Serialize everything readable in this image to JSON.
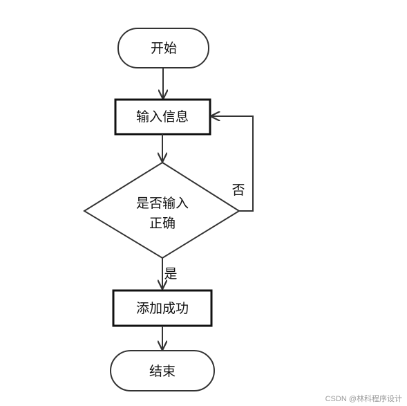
{
  "flowchart": {
    "start": "开始",
    "input": "输入信息",
    "decision_line1": "是否输入",
    "decision_line2": "正确",
    "no_label": "否",
    "yes_label": "是",
    "success": "添加成功",
    "end": "结束"
  },
  "watermark": "CSDN @林科程序设计",
  "colors": {
    "stroke": "#333333",
    "text": "#111111",
    "watermark": "#9a9a9a"
  }
}
